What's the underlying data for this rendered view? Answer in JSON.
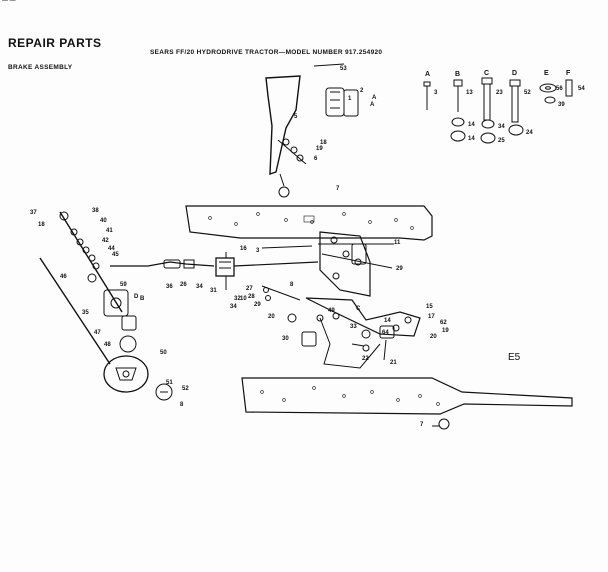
{
  "header": {
    "corner_mark": "— —",
    "title": "REPAIR PARTS",
    "subtitle": "SEARS FF/20 HYDRODRIVE TRACTOR—MODEL NUMBER 917.254920",
    "section": "BRAKE ASSEMBLY"
  },
  "hardware": {
    "letters": [
      "A",
      "B",
      "C",
      "D",
      "E",
      "F"
    ],
    "numbers": [
      "3",
      "13",
      "23",
      "52",
      "56",
      "54",
      "39",
      "14",
      "34",
      "14",
      "25",
      "24"
    ]
  },
  "callouts": [
    "53",
    "2",
    "1",
    "A",
    "A",
    "5",
    "18",
    "19",
    "6",
    "7",
    "37",
    "38",
    "18",
    "40",
    "41",
    "42",
    "44",
    "45",
    "46",
    "35",
    "59",
    "36",
    "26",
    "34",
    "31",
    "32",
    "10",
    "34",
    "16",
    "3",
    "8",
    "11",
    "29",
    "27",
    "28",
    "29",
    "20",
    "30",
    "14",
    "15",
    "17",
    "62",
    "19",
    "20",
    "21",
    "22",
    "64",
    "33",
    "49",
    "48",
    "47",
    "50",
    "51",
    "52",
    "B",
    "D",
    "C",
    "7",
    "8"
  ],
  "ref_mark": "E5"
}
